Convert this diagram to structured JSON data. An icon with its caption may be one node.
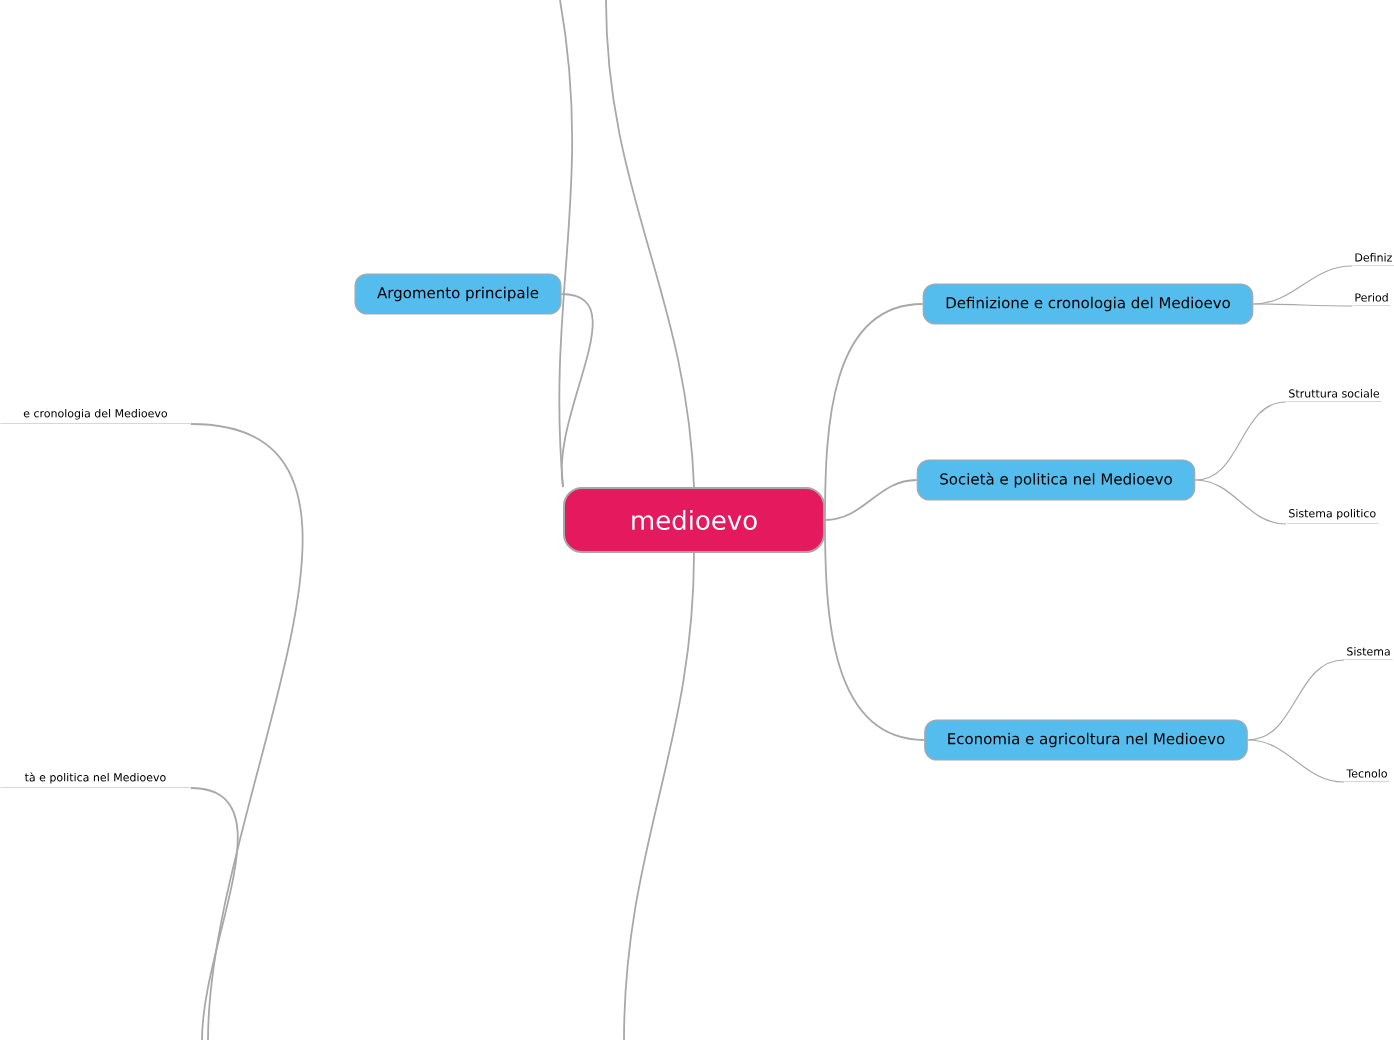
{
  "diagram": {
    "nodes": [
      {
        "text": [
          "medioevo"
        ]
      },
      {
        "text": [
          "Argomento principale"
        ]
      },
      {
        "text": [
          "Definizione e cronologia del Medioevo"
        ]
      },
      {
        "text": [
          "Società e politica nel Medioevo"
        ]
      },
      {
        "text": [
          "Economia e agricoltura nel Medioevo"
        ]
      },
      {
        "text": [
          "Definiz"
        ]
      },
      {
        "text": [
          "Period"
        ]
      },
      {
        "text": [
          "Struttura sociale"
        ]
      },
      {
        "text": [
          "Sistema politico"
        ]
      },
      {
        "text": [
          "Sistema"
        ]
      },
      {
        "text": [
          "Tecnolo"
        ]
      },
      {
        "text": [
          "e cronologia del Medioevo"
        ]
      },
      {
        "text": [
          "tà e politica nel Medioevo"
        ]
      }
    ],
    "edges": [
      {
        "from": 0,
        "to": 1,
        "arrow": "none"
      },
      {
        "from": 0,
        "to": 2,
        "arrow": "none"
      },
      {
        "from": 0,
        "to": 3,
        "arrow": "none"
      },
      {
        "from": 0,
        "to": 4,
        "arrow": "none"
      },
      {
        "from": 2,
        "to": 5,
        "arrow": "none"
      },
      {
        "from": 2,
        "to": 6,
        "arrow": "none"
      },
      {
        "from": 3,
        "to": 7,
        "arrow": "none"
      },
      {
        "from": 3,
        "to": 8,
        "arrow": "none"
      },
      {
        "from": 4,
        "to": 9,
        "arrow": "none"
      },
      {
        "from": 4,
        "to": 10,
        "arrow": "none"
      },
      {
        "from": 0,
        "to": null,
        "arrow": "none"
      },
      {
        "from": 0,
        "to": null,
        "arrow": "none"
      },
      {
        "from": 0,
        "to": null,
        "arrow": "none"
      },
      {
        "from": 11,
        "to": null,
        "arrow": "none"
      },
      {
        "from": 12,
        "to": null,
        "arrow": "none"
      }
    ]
  }
}
